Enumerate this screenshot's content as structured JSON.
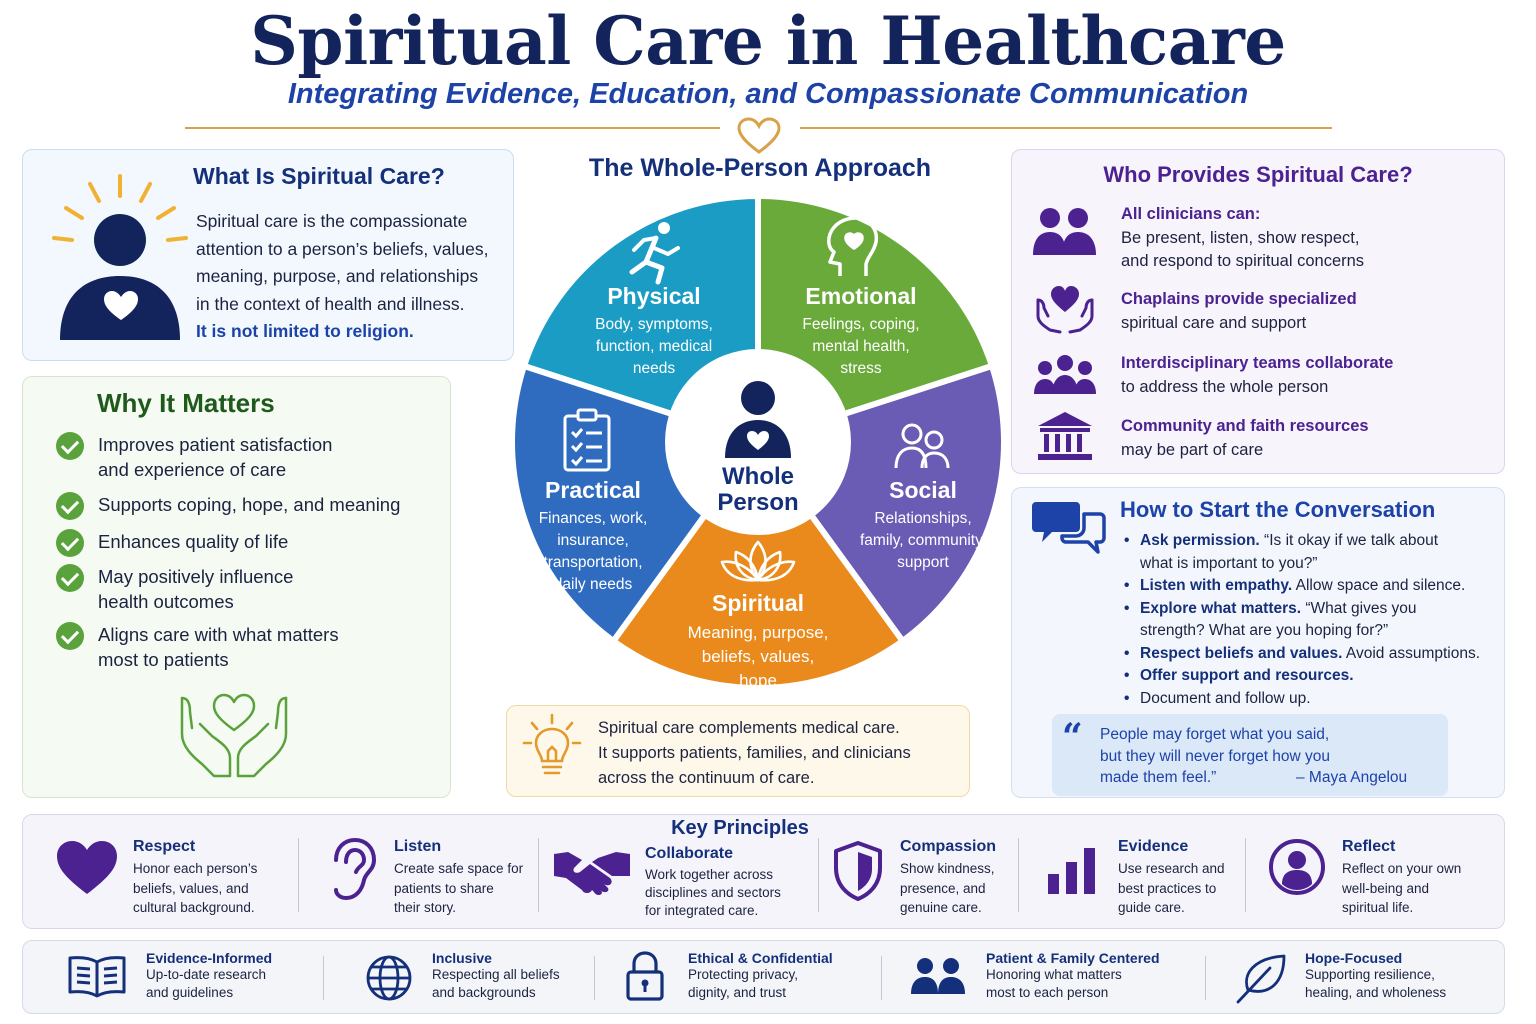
{
  "header": {
    "title": "Spiritual Care in Healthcare",
    "subtitle": "Integrating Evidence, Education, and Compassionate Communication"
  },
  "what": {
    "title": "What Is Spiritual Care?",
    "lines": [
      "Spiritual care is the compassionate",
      "attention to a person’s beliefs, values,",
      "meaning, purpose, and relationships",
      "in the context of health and illness."
    ],
    "accent": "It is not limited to religion."
  },
  "why": {
    "title": "Why It Matters",
    "items": [
      {
        "l1": "Improves patient satisfaction",
        "l2": "and experience of care"
      },
      {
        "l1": "Supports coping, hope, and meaning",
        "l2": ""
      },
      {
        "l1": "Enhances quality of life",
        "l2": ""
      },
      {
        "l1": "May positively influence",
        "l2": "health outcomes"
      },
      {
        "l1": "Aligns care with what matters",
        "l2": "most to patients"
      }
    ]
  },
  "wheel": {
    "title": "The Whole-Person Approach",
    "center_l1": "Whole",
    "center_l2": "Person",
    "segments": [
      {
        "title": "Physical",
        "d1": "Body, symptoms,",
        "d2": "function, medical",
        "d3": "needs",
        "d4": "",
        "color": "#1a9cc4"
      },
      {
        "title": "Emotional",
        "d1": "Feelings, coping,",
        "d2": "mental health,",
        "d3": "stress",
        "d4": "",
        "color": "#6aaa3a"
      },
      {
        "title": "Social",
        "d1": "Relationships,",
        "d2": "family, community,",
        "d3": "support",
        "d4": "",
        "color": "#6a5bb5"
      },
      {
        "title": "Spiritual",
        "d1": "Meaning, purpose,",
        "d2": "beliefs, values,",
        "d3": "hope",
        "d4": "",
        "color": "#ea8a1c"
      },
      {
        "title": "Practical",
        "d1": "Finances, work,",
        "d2": "insurance,",
        "d3": "transportation,",
        "d4": "daily needs",
        "color": "#2f6cc0"
      }
    ]
  },
  "tip": {
    "l1": "Spiritual care complements medical care.",
    "l2": "It supports patients, families, and clinicians",
    "l3": "across the continuum of care."
  },
  "who": {
    "title": "Who Provides Spiritual Care?",
    "items": [
      {
        "lead": "All clinicians can:",
        "l1": "Be present, listen, show respect,",
        "l2": "and respond to spiritual concerns"
      },
      {
        "lead": "Chaplains provide specialized",
        "l1": "spiritual care and support",
        "l2": ""
      },
      {
        "lead": "Interdisciplinary teams collaborate",
        "l1": "to address the whole person",
        "l2": ""
      },
      {
        "lead": "Community and faith resources",
        "l1": "may be part of care",
        "l2": ""
      }
    ]
  },
  "conversation": {
    "title": "How to Start the Conversation",
    "items": [
      {
        "b": "Ask permission.",
        "t": " “Is it okay if we talk about",
        "t2": "what is important to you?”"
      },
      {
        "b": "Listen with empathy.",
        "t": " Allow space and silence.",
        "t2": ""
      },
      {
        "b": "Explore what matters.",
        "t": " “What gives you",
        "t2": "strength? What are you hoping for?”"
      },
      {
        "b": "Respect beliefs and values.",
        "t": " Avoid assumptions.",
        "t2": ""
      },
      {
        "b": "Offer support and resources.",
        "t": "",
        "t2": ""
      },
      {
        "b": "",
        "t": "Document and follow up.",
        "t2": ""
      }
    ],
    "quote_l1": "People may forget what you said,",
    "quote_l2": "but they will never forget how you",
    "quote_l3": "made them feel.”",
    "quote_author": "– Maya Angelou"
  },
  "principles": {
    "title": "Key Principles",
    "items": [
      {
        "t": "Respect",
        "d1": "Honor each person’s",
        "d2": "beliefs, values, and",
        "d3": "cultural background."
      },
      {
        "t": "Listen",
        "d1": "Create safe space for",
        "d2": "patients to share",
        "d3": "their story."
      },
      {
        "t": "Collaborate",
        "d1": "Work together across",
        "d2": "disciplines and sectors",
        "d3": "for integrated care."
      },
      {
        "t": "Compassion",
        "d1": "Show kindness,",
        "d2": "presence, and",
        "d3": "genuine care."
      },
      {
        "t": "Evidence",
        "d1": "Use research and",
        "d2": "best practices to",
        "d3": "guide care."
      },
      {
        "t": "Reflect",
        "d1": "Reflect on your own",
        "d2": "well-being and",
        "d3": "spiritual life."
      }
    ]
  },
  "footer": {
    "items": [
      {
        "t": "Evidence-Informed",
        "d1": "Up-to-date research",
        "d2": "and guidelines"
      },
      {
        "t": "Inclusive",
        "d1": "Respecting all beliefs",
        "d2": "and backgrounds"
      },
      {
        "t": "Ethical & Confidential",
        "d1": "Protecting privacy,",
        "d2": "dignity, and trust"
      },
      {
        "t": "Patient & Family Centered",
        "d1": "Honoring what matters",
        "d2": "most to each person"
      },
      {
        "t": "Hope-Focused",
        "d1": "Supporting resilience,",
        "d2": "healing, and wholeness"
      }
    ]
  },
  "colors": {
    "navy": "#13245c",
    "accent_blue": "#1d43a8",
    "green": "#5aa23c",
    "purple": "#4b2290",
    "gold": "#d9a24a"
  }
}
